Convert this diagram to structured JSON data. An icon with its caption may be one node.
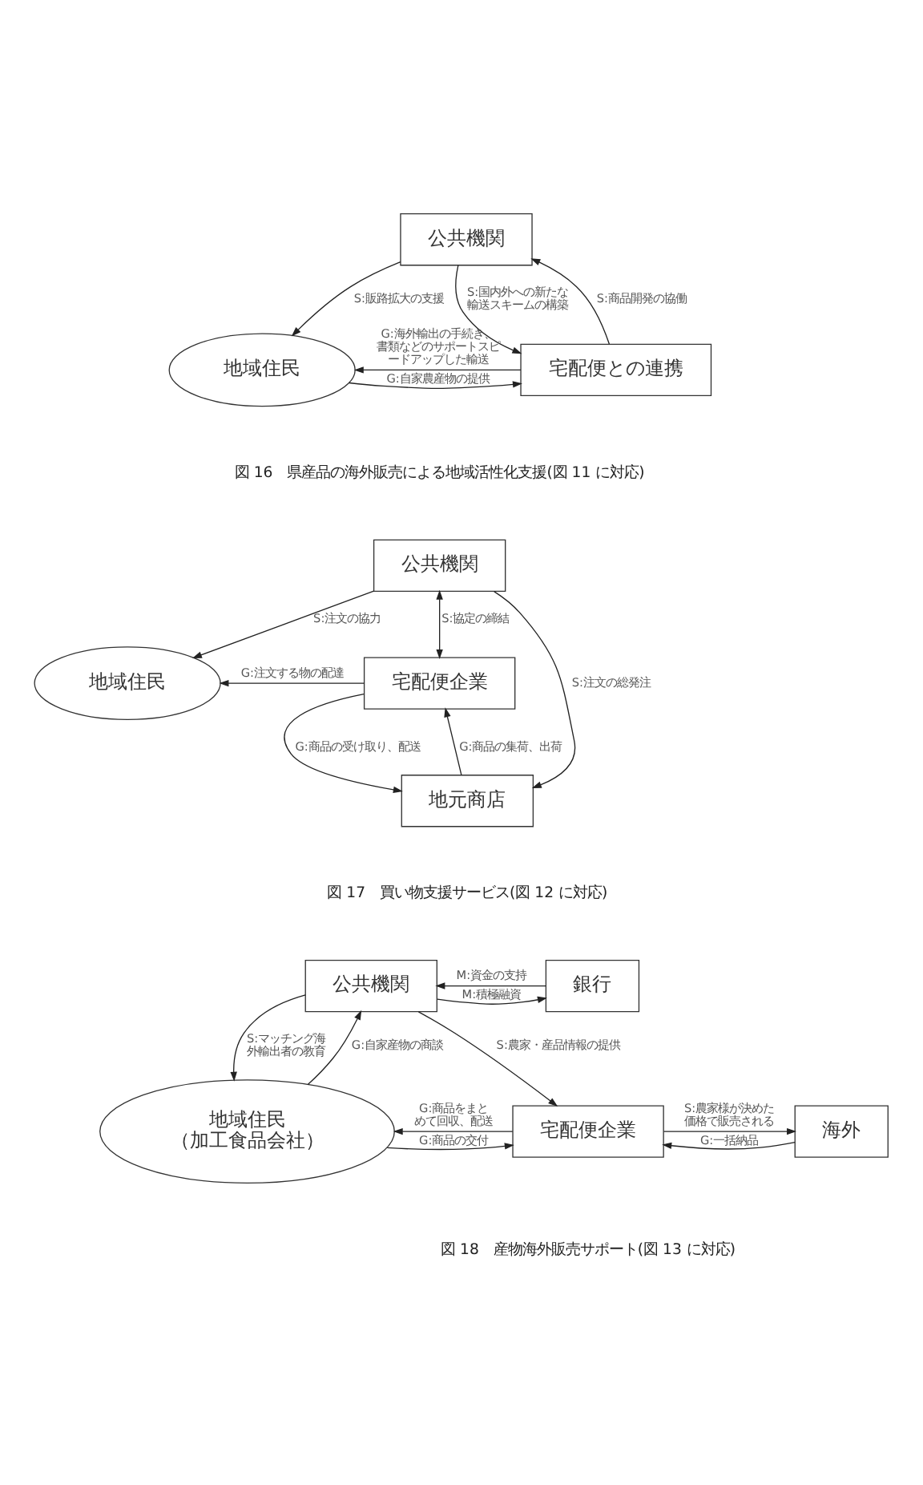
{
  "diagram": {
    "nodes": [
      {
        "text": [
          "公共機関"
        ]
      },
      {
        "text": [
          "地域住民"
        ]
      },
      {
        "text": [
          "宅配便との連携"
        ]
      },
      {
        "text": [
          "公共機関"
        ]
      },
      {
        "text": [
          "宅配便企業"
        ]
      },
      {
        "text": [
          "地域住民"
        ]
      },
      {
        "text": [
          "地元商店"
        ]
      },
      {
        "text": [
          "公共機関"
        ]
      },
      {
        "text": [
          "銀行"
        ]
      },
      {
        "text": [
          "地域住民（加工食品会社）"
        ]
      },
      {
        "text": [
          "宅配便企業"
        ]
      },
      {
        "text": [
          "海外"
        ]
      }
    ],
    "edges": [
      {
        "from": 0,
        "to": 1,
        "arrow": "to",
        "label": "S:販路拡大の支援"
      },
      {
        "from": 0,
        "to": 2,
        "arrow": "to",
        "label": "S:国内外への新たな輸送スキームの構築"
      },
      {
        "from": 2,
        "to": 0,
        "arrow": "to",
        "label": "S:商品開発の協働"
      },
      {
        "from": 1,
        "to": 2,
        "arrow": "to",
        "label": "G:自家農産物の提供"
      },
      {
        "from": 2,
        "to": 1,
        "arrow": "to",
        "label": "G:海外輸出の手続き、書類などのサポートスピードアップした輸送"
      },
      {
        "from": 3,
        "to": 5,
        "arrow": "to",
        "label": "S:注文の協力"
      },
      {
        "from": 3,
        "to": 4,
        "arrow": "both",
        "label": "S:協定の締結"
      },
      {
        "from": 4,
        "to": 5,
        "arrow": "to",
        "label": "G:注文する物の配達"
      },
      {
        "from": 4,
        "to": 6,
        "arrow": "to",
        "label": "G:商品の受け取り、配送"
      },
      {
        "from": 6,
        "to": 4,
        "arrow": "to",
        "label": "G:商品の集荷、出荷"
      },
      {
        "from": 3,
        "to": 6,
        "arrow": "to",
        "label": "S:注文の総発注"
      },
      {
        "from": 7,
        "to": 8,
        "arrow": "to",
        "label": "M:積極融資"
      },
      {
        "from": 8,
        "to": 7,
        "arrow": "to",
        "label": "M:資金の支持"
      },
      {
        "from": 7,
        "to": 9,
        "arrow": "to",
        "label": "S:マッチング海外輸出者の教育"
      },
      {
        "from": 9,
        "to": 7,
        "arrow": "to",
        "label": "G:自家産物の商談"
      },
      {
        "from": 7,
        "to": 10,
        "arrow": "to",
        "label": "S:農家・産品情報の提供"
      },
      {
        "from": 9,
        "to": 10,
        "arrow": "to",
        "label": "G:商品の交付"
      },
      {
        "from": 10,
        "to": 9,
        "arrow": "to",
        "label": "G:商品をまとめて回収、配送"
      },
      {
        "from": 10,
        "to": 11,
        "arrow": "to",
        "label": "S:農家様が決めた価格で販売される"
      },
      {
        "from": 11,
        "to": 10,
        "arrow": "to",
        "label": "G:一括納品"
      }
    ],
    "labels": [
      "図 16　県産品の海外販売による地域活性化支援(図 11 に対応)",
      "図 17　買い物支援サービス(図 12 に対応)",
      "図 18　産物海外販売サポート(図 13 に対応)"
    ]
  }
}
